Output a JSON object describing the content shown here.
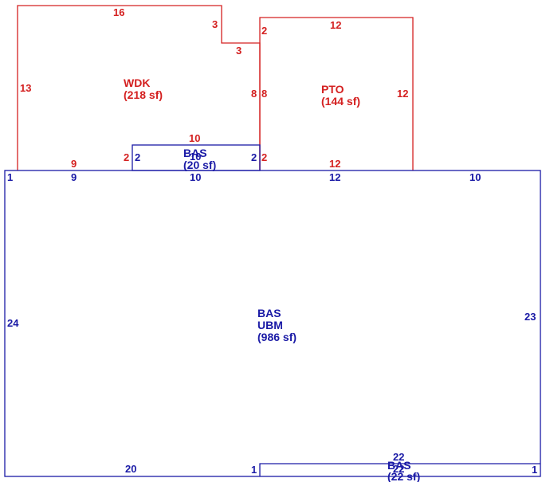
{
  "colors": {
    "main_structure": "#1a1aa6",
    "attached": "#d42020",
    "background": "#ffffff"
  },
  "areas": [
    {
      "code": "WDK",
      "size": "(218 sf)",
      "color": "attached"
    },
    {
      "code": "PTO",
      "size": "(144 sf)",
      "color": "attached"
    },
    {
      "code": "BAS",
      "size": "(20 sf)",
      "color": "main_structure"
    },
    {
      "code": "BAS",
      "sub": "UBM",
      "size": "(986 sf)",
      "color": "main_structure"
    },
    {
      "code": "BAS",
      "size": "(22 sf)",
      "color": "main_structure"
    }
  ],
  "dimensions": {
    "wdk_top": "16",
    "wdk_step_vertical": "3",
    "wdk_step_horizontal": "3",
    "wdk_left": "13",
    "wdk_right": "8",
    "wdk_bottom_left": "9",
    "wdk_bottom_right_vertical": "2",
    "pto_top": "12",
    "pto_left_upper": "2",
    "pto_left": "8",
    "pto_right": "12",
    "pto_left_lower": "2",
    "pto_bottom": "12",
    "bas_small_top_red": "10",
    "bas_small_left": "2",
    "bas_small_top": "10",
    "bas_small_right": "2",
    "main_top_left_corner": "1",
    "main_top_segment_1": "9",
    "main_top_segment_2": "10",
    "main_top_segment_3": "12",
    "main_top_segment_4": "10",
    "main_left": "24",
    "main_right": "23",
    "main_bottom_left": "20",
    "main_bottom_notch": "1",
    "bas_bottom_top": "22",
    "bas_bottom_inner": "22",
    "bas_bottom_right": "1"
  }
}
